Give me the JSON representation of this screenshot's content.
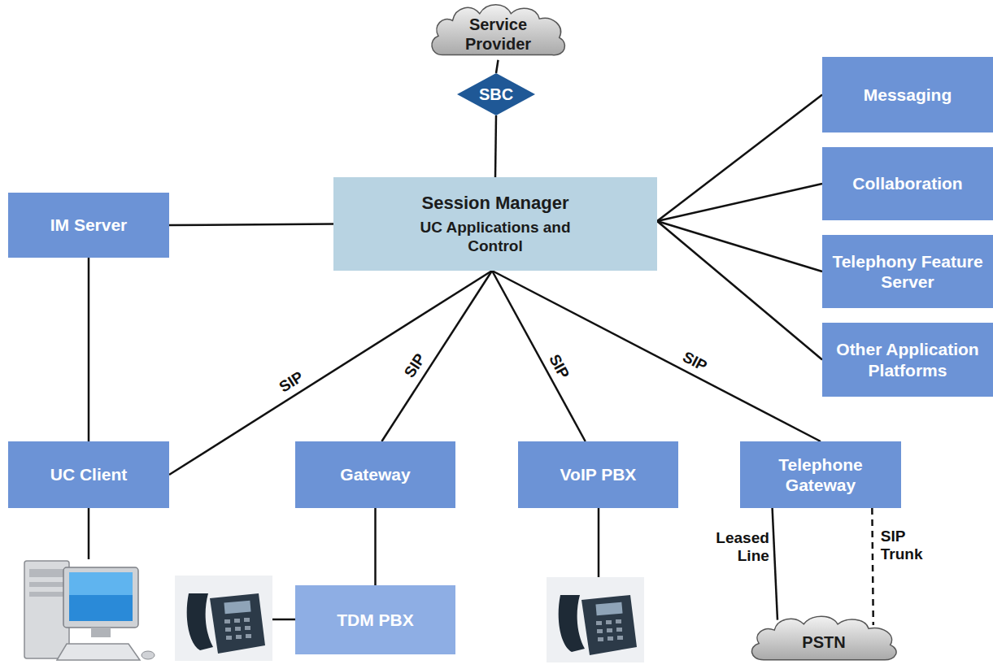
{
  "diagram": {
    "nodes": [
      {
        "text": [
          "Service Provider"
        ]
      },
      {
        "text": [
          "SBC"
        ]
      },
      {
        "text": [
          "Messaging"
        ]
      },
      {
        "text": [
          "IM Server"
        ]
      },
      {
        "text": [
          "Session Manager",
          "UC Applications and Control"
        ]
      },
      {
        "text": [
          "Collaboration"
        ]
      },
      {
        "text": [
          "Telephony Feature Server"
        ]
      },
      {
        "text": [
          "Other Application Platforms"
        ]
      },
      {
        "text": [
          "UC Client"
        ]
      },
      {
        "text": [
          "Gateway"
        ]
      },
      {
        "text": [
          "VoIP PBX"
        ]
      },
      {
        "text": [
          "Telephone Gateway"
        ]
      },
      {
        "text": [
          "TDM PBX"
        ]
      },
      {
        "text": [
          "PSTN"
        ]
      }
    ],
    "edges": [
      {
        "from": 0,
        "to": 1,
        "arrow": "none"
      },
      {
        "from": 1,
        "to": 4,
        "arrow": "none"
      },
      {
        "from": 3,
        "to": 4,
        "arrow": "none"
      },
      {
        "from": 4,
        "to": 2,
        "arrow": "none"
      },
      {
        "from": 4,
        "to": 5,
        "arrow": "none"
      },
      {
        "from": 4,
        "to": 6,
        "arrow": "none"
      },
      {
        "from": 4,
        "to": 7,
        "arrow": "none"
      },
      {
        "from": 3,
        "to": 8,
        "arrow": "none"
      },
      {
        "from": 4,
        "to": 8,
        "label": "SIP",
        "arrow": "none"
      },
      {
        "from": 4,
        "to": 9,
        "label": "SIP",
        "arrow": "none"
      },
      {
        "from": 4,
        "to": 10,
        "label": "SIP",
        "arrow": "none"
      },
      {
        "from": 4,
        "to": 11,
        "label": "SIP",
        "arrow": "none"
      },
      {
        "from": 9,
        "to": 12,
        "arrow": "none"
      },
      {
        "from": 11,
        "to": 13,
        "label": "Leased Line",
        "arrow": "none"
      },
      {
        "from": 11,
        "to": 13,
        "label": "SIP Trunk",
        "arrow": "none"
      }
    ]
  }
}
